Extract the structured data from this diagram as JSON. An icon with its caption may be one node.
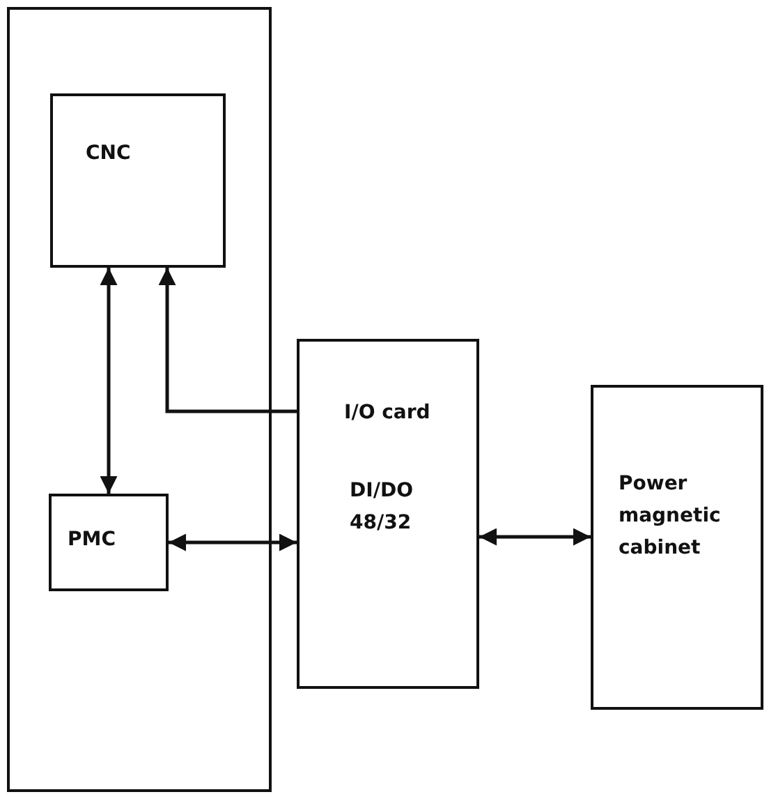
{
  "diagram": {
    "nodes": [
      {
        "text": [],
        "shape": "box"
      },
      {
        "text": [
          "CNC"
        ],
        "in": 0
      },
      {
        "text": [
          "PMC"
        ],
        "in": 0
      },
      {
        "text": [
          "I/O card",
          "DI/DO 48/32"
        ]
      },
      {
        "text": [
          "Power magnetic cabinet"
        ]
      }
    ],
    "edges": [
      {
        "from": 1,
        "to": 2,
        "arrow": "both"
      },
      {
        "from": 3,
        "to": 1,
        "arrow": "to"
      },
      {
        "from": 2,
        "to": 3,
        "arrow": "both"
      },
      {
        "from": 3,
        "to": 4,
        "arrow": "both"
      }
    ]
  }
}
